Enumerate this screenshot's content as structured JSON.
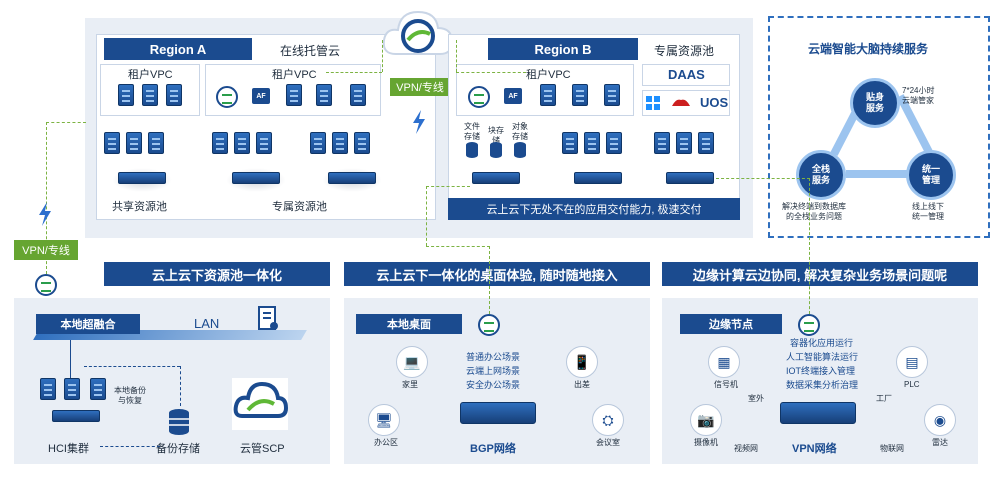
{
  "top": {
    "region_a": "Region A",
    "online_cloud": "在线托管云",
    "region_b": "Region B",
    "dedicated_pool_b": "专属资源池",
    "tenant_vpc_1": "租户VPC",
    "tenant_vpc_2": "租户VPC",
    "tenant_vpc_3": "租户VPC",
    "shared_pool": "共享资源池",
    "dedicated_pool_a": "专属资源池",
    "daas": "DAAS",
    "uos": "UOS",
    "file_storage": "文件存储",
    "block_storage": "块存储",
    "object_storage": "对象存储",
    "region_b_footer": "云上云下无处不在的应用交付能力, 极速交付",
    "vpn_center": "VPN/专线",
    "vpn_left": "VPN/专线",
    "af_label": "AF"
  },
  "smart": {
    "title": "云端智能大脑持续服务",
    "node_top": "贴身服务",
    "node_left": "全栈服务",
    "node_right": "统一管理",
    "note_top": "7*24小时\n云端管家",
    "note_left": "解决终端到数据库\n的全栈业务问题",
    "note_right": "线上线下\n统一管理"
  },
  "bands": {
    "b1": "云上云下资源池一体化",
    "b2": "云上云下一体化的桌面体验, 随时随地接入",
    "b3": "边缘计算云边协同, 解决复杂业务场景问题呢"
  },
  "p1": {
    "header": "本地超融合",
    "lan": "LAN",
    "backup_restore": "本地备份\n与恢复",
    "hci": "HCI集群",
    "backup_storage": "备份存储",
    "scp": "云管SCP"
  },
  "p2": {
    "header": "本地桌面",
    "scenes": [
      "普通办公场景",
      "云端上网场景",
      "安全办公场景"
    ],
    "home": "家里",
    "travel": "出差",
    "office": "办公区",
    "meeting": "会议室",
    "network": "BGP网络"
  },
  "p3": {
    "header": "边缘节点",
    "features": [
      "容器化应用运行",
      "人工智能算法运行",
      "IOT终端接入管理",
      "数据采集分析治理"
    ],
    "signal": "信号机",
    "outdoor": "室外",
    "plc": "PLC",
    "factory": "工厂",
    "camera": "摄像机",
    "video_net": "视频网",
    "network": "VPN网络",
    "iot_net": "物联网",
    "radar": "雷达"
  },
  "colors": {
    "navy": "#1b4b8f",
    "green": "#66a531",
    "panel": "#e9eef5"
  }
}
